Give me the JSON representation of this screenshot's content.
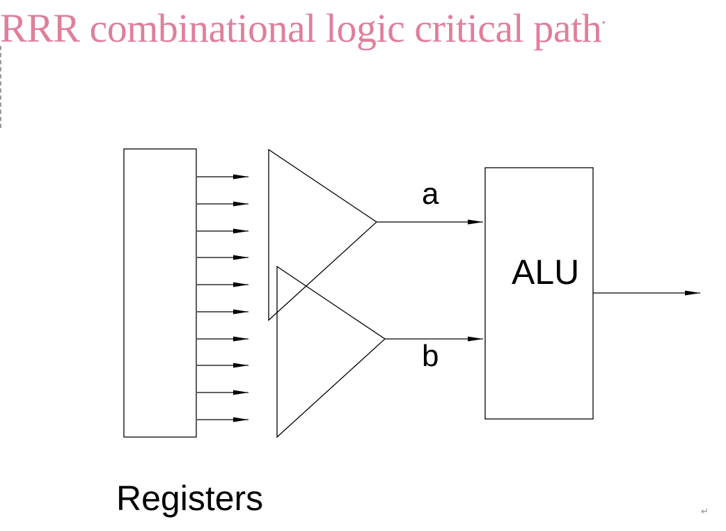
{
  "title": "RRR combinational logic critical path",
  "title_trailing_mark": "·",
  "diagram": {
    "registers_label": "Registers",
    "alu_label": "ALU",
    "input_a_label": "a",
    "input_b_label": "b",
    "register_output_count": 10
  },
  "paragraph_mark": "↵"
}
